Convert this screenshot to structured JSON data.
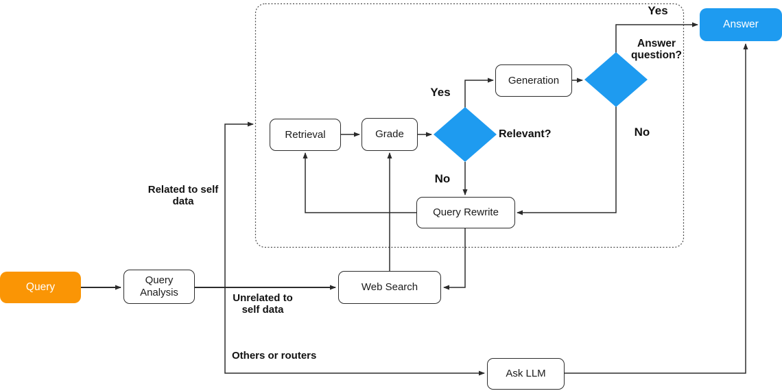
{
  "colors": {
    "accent_blue": "#1E9BF0",
    "accent_orange": "#FA9505",
    "line": "#2B2B2B"
  },
  "nodes": {
    "query": {
      "label": "Query"
    },
    "query_analysis": {
      "label": "Query Analysis"
    },
    "retrieval": {
      "label": "Retrieval"
    },
    "grade": {
      "label": "Grade"
    },
    "generation": {
      "label": "Generation"
    },
    "query_rewrite": {
      "label": "Query Rewrite"
    },
    "web_search": {
      "label": "Web Search"
    },
    "ask_llm": {
      "label": "Ask LLM"
    },
    "answer": {
      "label": "Answer"
    }
  },
  "decisions": {
    "relevant": {
      "label": "Relevant?"
    },
    "answer_question": {
      "label": "Answer question?"
    }
  },
  "edge_labels": {
    "related_to_self_data": "Related to self data",
    "unrelated_to_self_data": "Unrelated to self data",
    "others_or_routers": "Others or routers",
    "relevant_yes": "Yes",
    "relevant_no": "No",
    "answer_yes": "Yes",
    "answer_no": "No"
  }
}
